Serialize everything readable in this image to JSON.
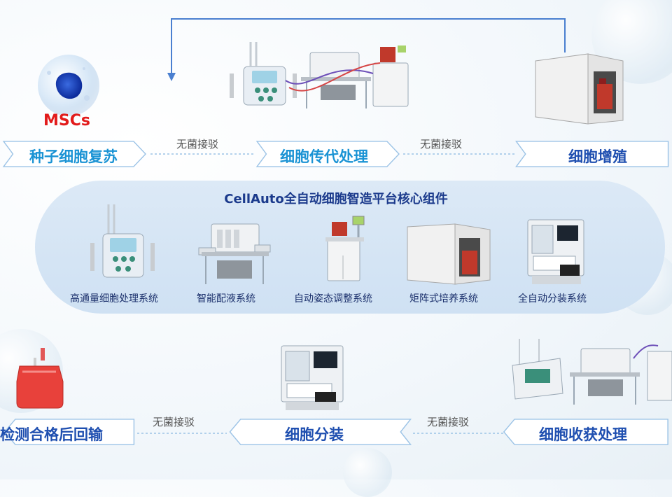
{
  "colors": {
    "chevron_text": "#1a93d4",
    "chevron_text_dark": "#1f4fb0",
    "red": "#e21b1b",
    "panel_title": "#1b3a8c"
  },
  "seed": {
    "cell_label": "MSCs",
    "step": "种子细胞复苏"
  },
  "top_flow": {
    "link1": "无菌接驳",
    "step2": "细胞传代处理",
    "link2": "无菌接驳",
    "step3": "细胞增殖"
  },
  "panel": {
    "title": "CellAuto全自动细胞智造平台核心组件",
    "components": [
      {
        "label": "高通量细胞处理系统"
      },
      {
        "label": "智能配液系统"
      },
      {
        "label": "自动姿态调整系统"
      },
      {
        "label": "矩阵式培养系统"
      },
      {
        "label": "全自动分装系统"
      }
    ]
  },
  "bottom_flow": {
    "step1": "细胞收获处理",
    "link1": "无菌接驳",
    "step2": "细胞分装",
    "link2": "无菌接驳",
    "step3": "检测合格后回输"
  }
}
